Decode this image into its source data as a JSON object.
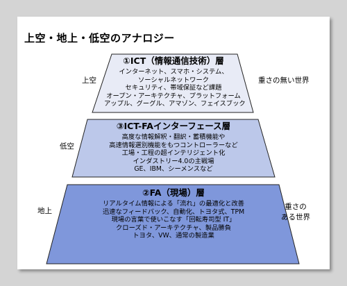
{
  "title": "上空・地上・低空のアナロジー",
  "tiers": [
    {
      "heading": "①ICT（情報通信技術）層",
      "lines": [
        "インターネット、スマホ・システム、",
        "ソーシャルネットワーク",
        "セキュリティ、帯域保証など課題",
        "オープン・アーキテクチャ、プラットフォーム",
        "アップル、グーグル、アマゾン、フェイスブック"
      ],
      "left_label": "上空",
      "right_label": "重さの無い世界",
      "fill": "#e8ebf6"
    },
    {
      "heading": "③ICT-FAインターフェース層",
      "lines": [
        "高度な情報解釈・翻訳・蓄積機能や",
        "高速情報選別機能をもつコントローラーなど",
        "工場・工程の超インテリジェント化",
        "インダストリー4.0の主戦場",
        "GE、IBM、シーメンスなど"
      ],
      "left_label": "低空",
      "right_label": "",
      "fill": "#bcc8ea"
    },
    {
      "heading": "②FA（現場）層",
      "lines": [
        "リアルタイム情報による「流れ」の最適化と改善",
        "迅速なフィードバック、自動化、トヨタ式、TPM",
        "現場の言葉で使いこなす「回転寿司型 IT」",
        "クローズド・アーキテクチャ、製品勝負",
        "トヨタ、VW、通常の製造業"
      ],
      "left_label": "地上",
      "right_label_lines": [
        "重さの",
        "ある世界"
      ],
      "fill": "#7f97db"
    }
  ]
}
